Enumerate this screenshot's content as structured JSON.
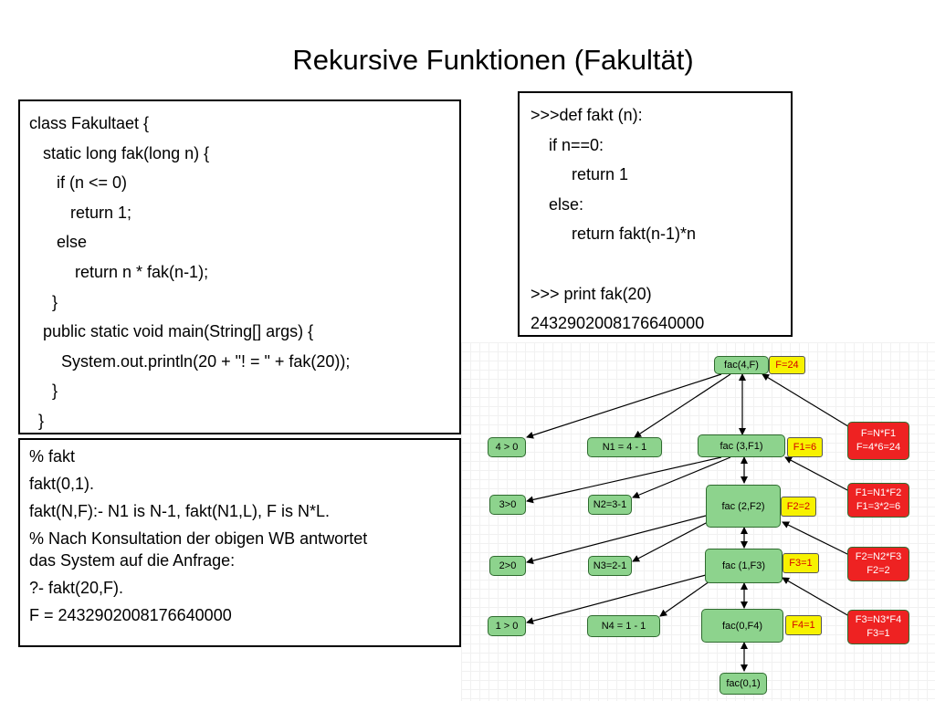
{
  "title": "Rekursive Funktionen (Fakultät)",
  "java_code": [
    "class Fakultaet {",
    "   static long fak(long n) {",
    "      if (n <= 0)",
    "         return 1;",
    "      else",
    "          return n * fak(n-1);",
    "     }",
    "   public static void main(String[] args) {",
    "       System.out.println(20 + \"! = \" + fak(20));",
    "     }",
    "  }"
  ],
  "python_code": [
    ">>>def fakt (n):",
    "    if n==0:",
    "         return 1",
    "    else:",
    "         return fakt(n-1)*n",
    "",
    ">>> print fak(20)",
    "2432902008176640000"
  ],
  "prolog": [
    "% fakt",
    "fakt(0,1).",
    "fakt(N,F):- N1 is N-1, fakt(N1,L), F is N*L.",
    "% Nach Konsultation der obigen WB antwortet das System auf die Anfrage:",
    "?- fakt(20,F).",
    "F = 2432902008176640000"
  ],
  "diagram": {
    "fac4": "fac(4,F)",
    "f24": "F=24",
    "cond4": "4 > 0",
    "n1": "N1 = 4 - 1",
    "fac3": "fac (3,F1)",
    "f1_6": "F1=6",
    "calc4a": "F=N*F1",
    "calc4b": "F=4*6=24",
    "cond3": "3>0",
    "n2": "N2=3-1",
    "fac2": "fac (2,F2)",
    "f2_2": "F2=2",
    "calc3a": "F1=N1*F2",
    "calc3b": "F1=3*2=6",
    "cond2": "2>0",
    "n3": "N3=2-1",
    "fac1": "fac (1,F3)",
    "f3_1": "F3=1",
    "calc2a": "F2=N2*F3",
    "calc2b": "F2=2",
    "cond1": "1 > 0",
    "n4": "N4 = 1 - 1",
    "fac0": "fac(0,F4)",
    "f4_1": "F4=1",
    "calc1a": "F3=N3*F4",
    "calc1b": "F3=1",
    "fac01": "fac(0,1)"
  },
  "colors": {
    "node_fill": "#8dd38d",
    "value_fill": "#f7f200",
    "value_text": "#d40000",
    "calc_fill": "#ee2222"
  }
}
